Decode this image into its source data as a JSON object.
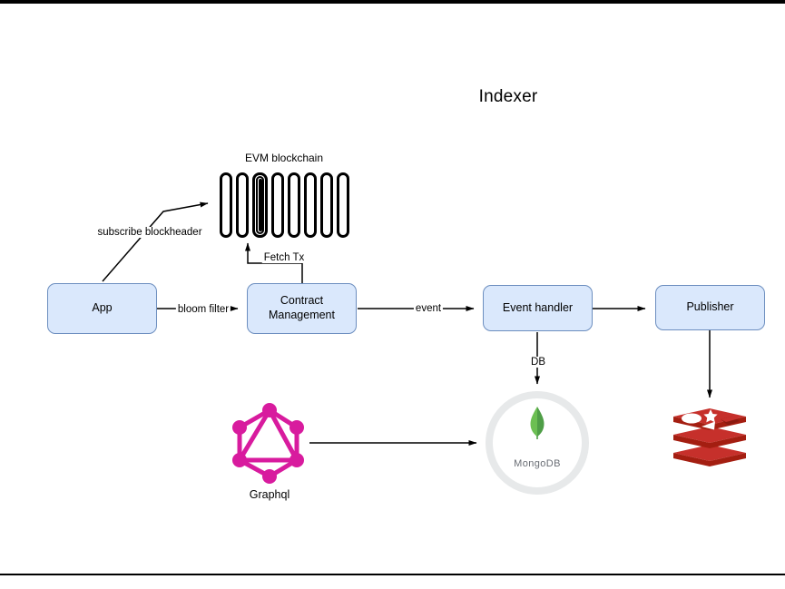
{
  "title": "Indexer",
  "blockchain": {
    "label": "EVM blockchain",
    "block_count": 8,
    "nested_block_index": 3
  },
  "nodes": [
    {
      "id": "app",
      "label": "App"
    },
    {
      "id": "contract-management",
      "label": "Contract Management"
    },
    {
      "id": "event-handler",
      "label": "Event handler"
    },
    {
      "id": "publisher",
      "label": "Publisher"
    }
  ],
  "edges": [
    {
      "from": "App",
      "to": "EVM blockchain",
      "label": "subscribe blockheader"
    },
    {
      "from": "Contract Management",
      "to": "EVM blockchain",
      "label": "Fetch Tx"
    },
    {
      "from": "App",
      "to": "Contract Management",
      "label": "bloom filter"
    },
    {
      "from": "Contract Management",
      "to": "Event handler",
      "label": "event"
    },
    {
      "from": "Event handler",
      "to": "Publisher",
      "label": ""
    },
    {
      "from": "Event handler",
      "to": "MongoDB",
      "label": "DB"
    },
    {
      "from": "Publisher",
      "to": "Redis",
      "label": ""
    },
    {
      "from": "Graphql",
      "to": "MongoDB",
      "label": ""
    }
  ],
  "services": {
    "graphql": {
      "label": "Graphql",
      "icon": "graphql-icon"
    },
    "mongodb": {
      "label": "MongoDB",
      "icon": "mongodb-leaf-icon"
    },
    "redis": {
      "icon": "redis-icon"
    }
  },
  "colors": {
    "node_fill": "#dae8fc",
    "node_border": "#6c8ebf",
    "line": "#000000",
    "graphql_pink": "#d81b9e",
    "mongodb_green_light": "#6cbf53",
    "mongodb_green_dark": "#4f9e47",
    "mongodb_ring": "#e7e9ea",
    "mongodb_text": "#696d74",
    "redis_red": "#c6302b",
    "redis_dark_red": "#a41e11"
  }
}
